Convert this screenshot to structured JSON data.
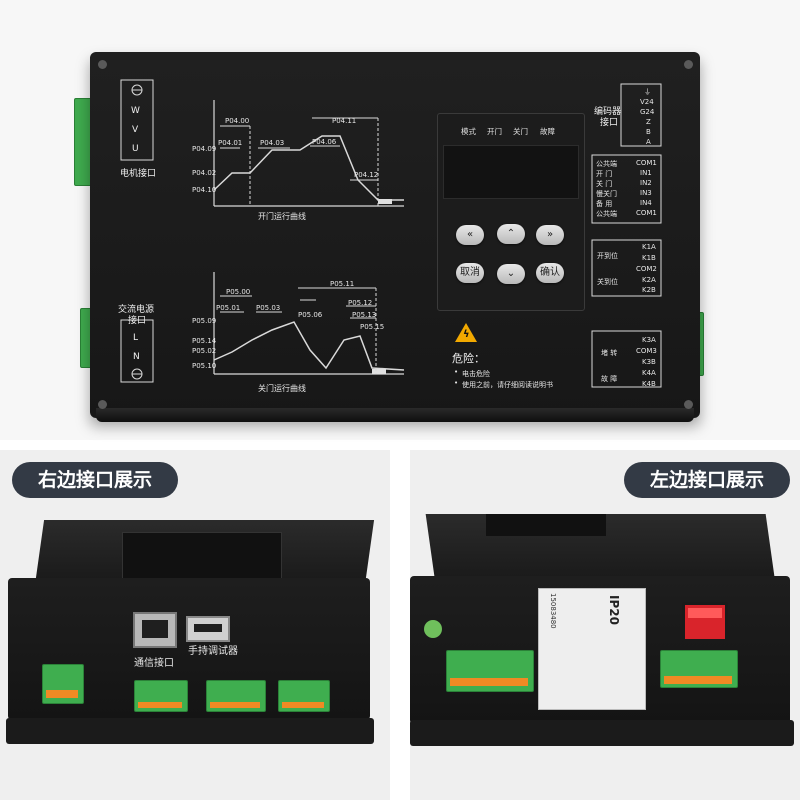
{
  "panel": {
    "motor_port_label": "电机接口",
    "motor_phases": [
      "W",
      "V",
      "U"
    ],
    "ac_power_label_1": "交流电源",
    "ac_power_label_2": "接口",
    "ac_power_pins": [
      "L",
      "N"
    ],
    "open_curve_title": "开门运行曲线",
    "close_curve_title": "关门运行曲线",
    "open_params": [
      "P04.00",
      "P04.01",
      "P04.03",
      "P04.06",
      "P04.11",
      "P04.12",
      "P04.09",
      "P04.02",
      "P04.10"
    ],
    "close_params": [
      "P05.00",
      "P05.01",
      "P05.03",
      "P05.06",
      "P05.11",
      "P05.12",
      "P05.13",
      "P05.15",
      "P05.09",
      "P05.14",
      "P05.02",
      "P05.10"
    ],
    "keypad_labels": [
      "模式",
      "开门",
      "关门",
      "故障"
    ],
    "key_cancel": "取消",
    "key_confirm": "确认",
    "warning_title": "危险：",
    "warning_line_1": "电击危险",
    "warning_line_2": "使用之前，请仔细阅读说明书",
    "encoder_label_1": "编码器",
    "encoder_label_2": "接口",
    "encoder_pins": [
      "V24",
      "G24",
      "Z",
      "B",
      "A"
    ],
    "io_labels": [
      "公共端",
      "开 门",
      "关 门",
      "慢关门",
      "备 用",
      "公共端"
    ],
    "io_pins": [
      "COM1",
      "IN1",
      "IN2",
      "IN3",
      "IN4",
      "COM1"
    ],
    "relay_open_label": "开到位",
    "relay_close_label": "关到位",
    "relay_pins": [
      "K1A",
      "K1B",
      "COM2",
      "K2A",
      "K2B"
    ],
    "fault_block_label": "堵 转",
    "fault_label": "故 障",
    "fault_pins": [
      "K3A",
      "COM3",
      "K3B",
      "K4A",
      "K4B"
    ]
  },
  "views": {
    "right_title": "右边接口展示",
    "left_title": "左边接口展示",
    "comm_port_label": "通信接口",
    "handheld_port_label": "手持调试器",
    "rating_plate_code": "IP20",
    "rating_plate_serial": "15083480"
  }
}
